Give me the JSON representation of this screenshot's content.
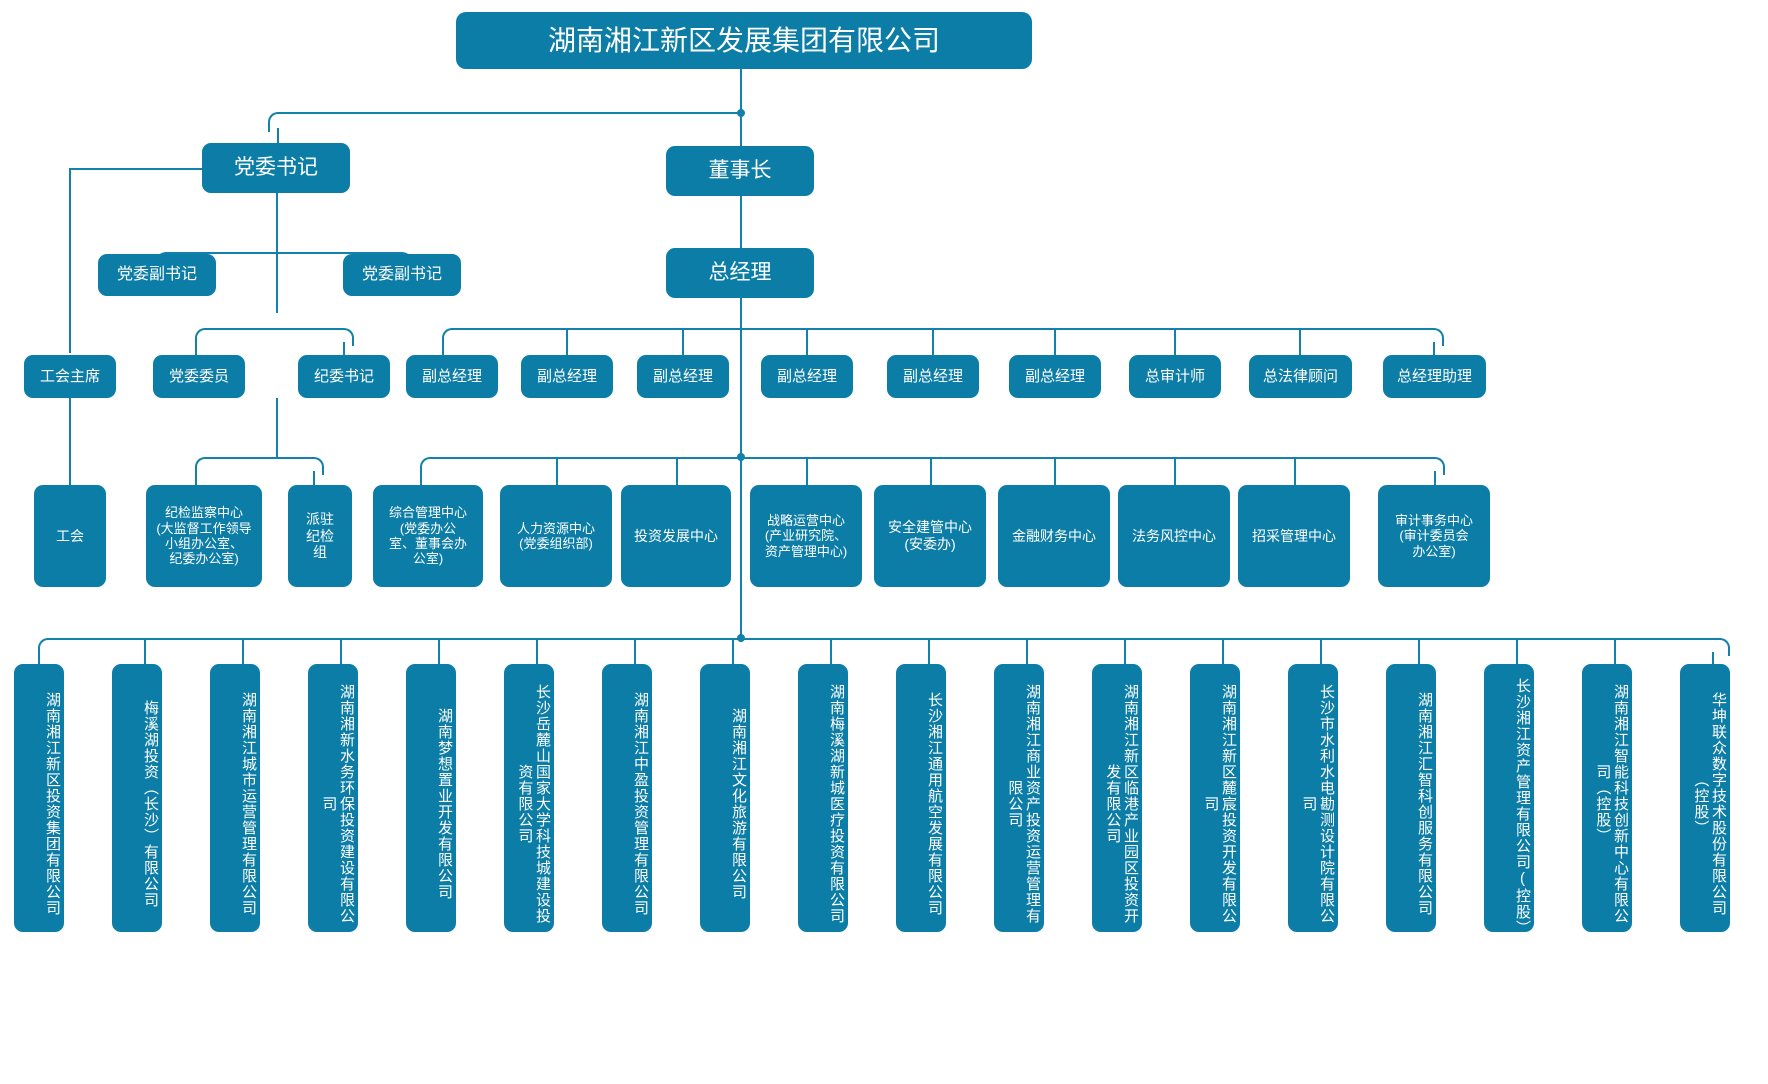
{
  "chart": {
    "type": "org-chart",
    "title": "湖南湘江新区发展集团有限公司",
    "accent_color": "#0c7da6",
    "line_color": "#1382ab",
    "background": "#ffffff",
    "text_color": "#ffffff"
  },
  "root": {
    "label": "湖南湘江新区发展集团有限公司"
  },
  "level2": [
    {
      "label": "党委书记"
    },
    {
      "label": "董事长"
    }
  ],
  "level3": [
    {
      "label": "党委副书记"
    },
    {
      "label": "党委副书记"
    },
    {
      "label": "总经理"
    }
  ],
  "level4": [
    {
      "label": "工会主席"
    },
    {
      "label": "党委委员"
    },
    {
      "label": "纪委书记"
    },
    {
      "label": "副总经理"
    },
    {
      "label": "副总经理"
    },
    {
      "label": "副总经理"
    },
    {
      "label": "副总经理"
    },
    {
      "label": "副总经理"
    },
    {
      "label": "副总经理"
    },
    {
      "label": "总审计师"
    },
    {
      "label": "总法律顾问"
    },
    {
      "label": "总经理助理"
    }
  ],
  "departments": [
    {
      "label": "工会"
    },
    {
      "label": "纪检监察中心\n(大监督工作领导\n小组办公室、\n纪委办公室)"
    },
    {
      "label": "派驻\n纪检\n组"
    },
    {
      "label": "综合管理中心\n(党委办公\n室、董事会办\n公室)"
    },
    {
      "label": "人力资源中心\n(党委组织部)"
    },
    {
      "label": "投资发展中心"
    },
    {
      "label": "战略运营中心\n(产业研究院、\n资产管理中心)"
    },
    {
      "label": "安全建管中心\n(安委办)"
    },
    {
      "label": "金融财务中心"
    },
    {
      "label": "法务风控中心"
    },
    {
      "label": "招采管理中心"
    },
    {
      "label": "审计事务中心\n(审计委员会\n办公室)"
    }
  ],
  "subsidiaries": [
    {
      "label": "湖南湘江新区投资集团有限公司"
    },
    {
      "label": "梅溪湖投资（长沙）有限公司"
    },
    {
      "label": "湖南湘江城市运营管理有限公司"
    },
    {
      "label": "湖南湘新水务环保投资建设有限公司"
    },
    {
      "label": "湖南梦想置业开发有限公司"
    },
    {
      "label": "长沙岳麓山国家大学科技城建设投资有限公司"
    },
    {
      "label": "湖南湘江中盈投资管理有限公司"
    },
    {
      "label": "湖南湘江文化旅游有限公司"
    },
    {
      "label": "湖南梅溪湖新城医疗投资有限公司"
    },
    {
      "label": "长沙湘江通用航空发展有限公司"
    },
    {
      "label": "湖南湘江商业资产投资运营管理有限公司"
    },
    {
      "label": "湖南湘江新区临港产业园区投资开发有限公司"
    },
    {
      "label": "湖南湘江新区麓宸投资开发有限公司"
    },
    {
      "label": "长沙市水利水电勘测设计院有限公司"
    },
    {
      "label": "湖南湘江汇智科创服务有限公司"
    },
    {
      "label": "长沙湘江资产管理有限公司(控股）"
    },
    {
      "label": "湖南湘江智能科技创新中心有限公司（控股）"
    },
    {
      "label": "华坤联众数字技术股份有限公司（控股）"
    }
  ]
}
